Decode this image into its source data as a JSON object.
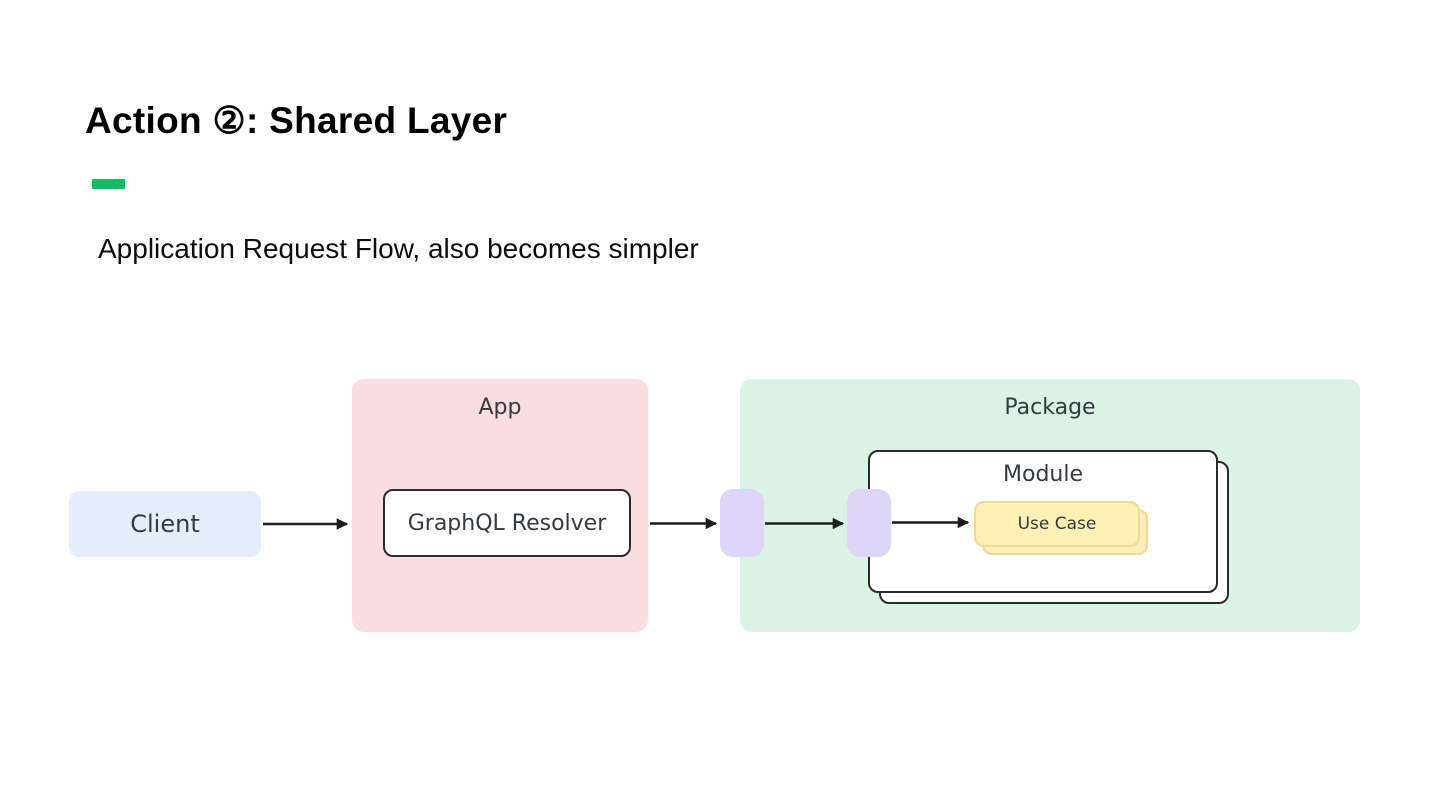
{
  "slide": {
    "title": "Action ②: Shared Layer",
    "subtitle": "Application Request Flow, also becomes simpler"
  },
  "colors": {
    "accent_green": "#12BE63",
    "client_bg": "#E4EEFB",
    "app_bg": "#FADDE1",
    "package_bg": "#DBF3E5",
    "connector_purple": "#DED6F8",
    "usecase_bg": "#FCF0B5",
    "usecase_border": "#EADC96",
    "box_border": "#2B2B2B",
    "arrow": "#1C1C1C",
    "diagram_text": "#343A40"
  },
  "diagram": {
    "client_label": "Client",
    "app_label": "App",
    "graphql_label": "GraphQL Resolver",
    "package_label": "Package",
    "module_label": "Module",
    "usecase_label": "Use Case"
  }
}
